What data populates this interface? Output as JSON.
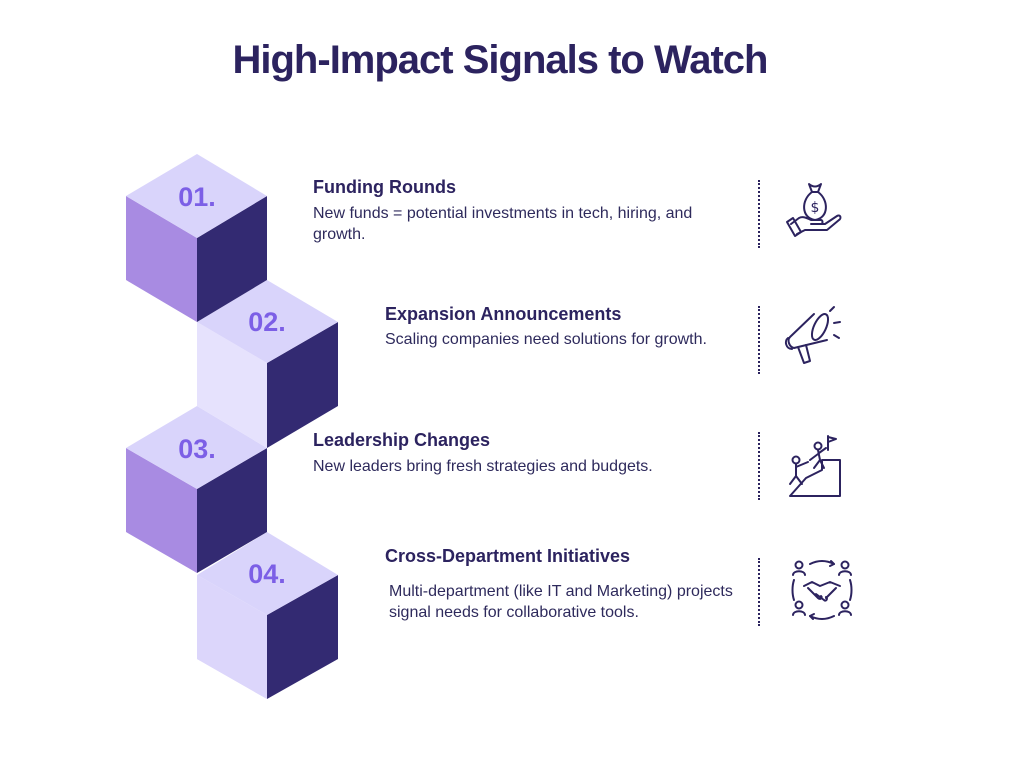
{
  "title": "High-Impact Signals to Watch",
  "colors": {
    "navy": "#2c235f",
    "text": "#2e2a5c",
    "accent_num": "#7c5fe6",
    "top_face": "#d9d4fb",
    "left_dark": "#a88be2",
    "left_light": "#e6e2fd",
    "left_mid": "#dcd6fb",
    "right_face": "#332a72"
  },
  "items": [
    {
      "number": "01.",
      "title": "Funding Rounds",
      "description": "New funds = potential investments in tech, hiring, and growth.",
      "icon": "money-bag-hand-icon"
    },
    {
      "number": "02.",
      "title": "Expansion Announcements",
      "description": "Scaling companies need solutions for growth.",
      "icon": "megaphone-icon"
    },
    {
      "number": "03.",
      "title": "Leadership Changes",
      "description": "New leaders bring fresh strategies and budgets.",
      "icon": "climbing-leader-flag-icon"
    },
    {
      "number": "04.",
      "title": "Cross-Department Initiatives",
      "description": "Multi-department (like IT and Marketing) projects signal needs for collaborative tools.",
      "icon": "handshake-team-icon"
    }
  ]
}
